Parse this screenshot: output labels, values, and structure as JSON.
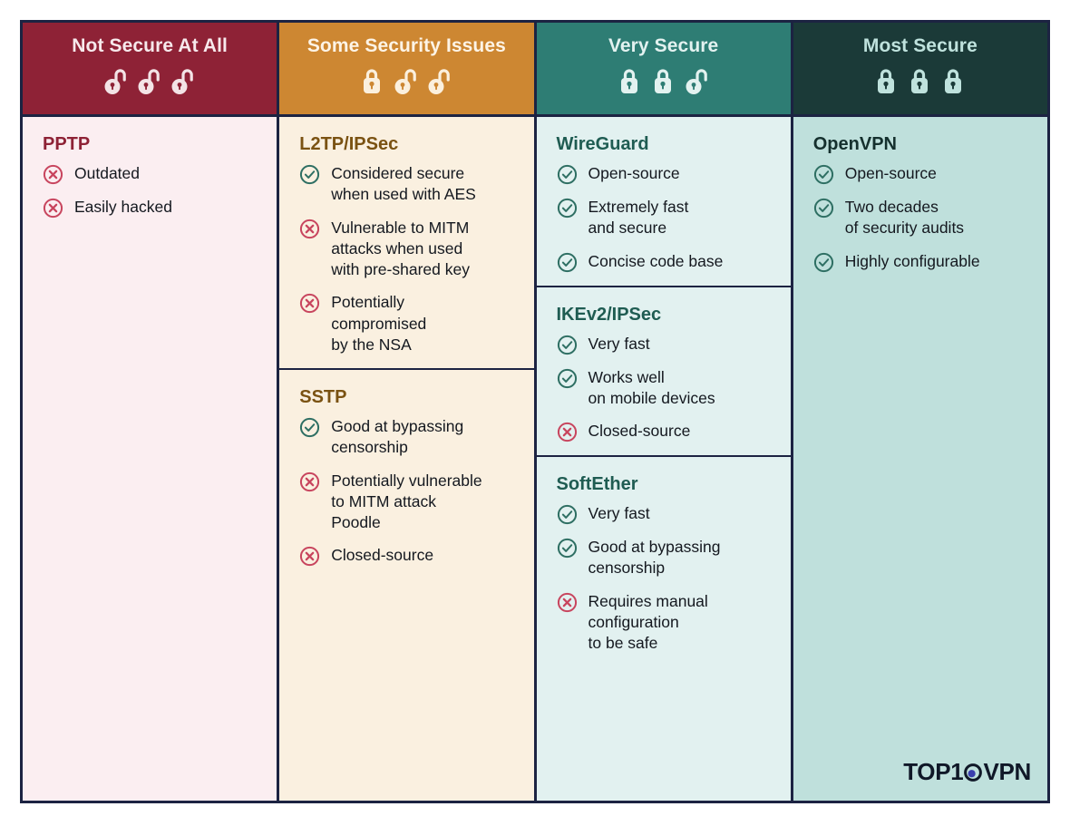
{
  "colors": {
    "border": "#1c2342",
    "col1_header_bg": "#8e2236",
    "col1_body_bg": "#fbeef1",
    "col2_header_bg": "#cd8732",
    "col2_body_bg": "#faf0e0",
    "col3_header_bg": "#2e7d74",
    "col3_body_bg": "#e2f1f0",
    "col4_header_bg": "#1b3a38",
    "col4_body_bg": "#bfe0dc",
    "check_green": "#2e6f63",
    "cross_red": "#c8455e",
    "logo_dot": "#3b3fae"
  },
  "columns": [
    {
      "header": {
        "title": "Not Secure At All",
        "locks": [
          "open",
          "open",
          "open"
        ]
      },
      "sections": [
        {
          "title": "PPTP",
          "items": [
            {
              "mark": "cross",
              "text": "Outdated"
            },
            {
              "mark": "cross",
              "text": "Easily hacked"
            }
          ]
        }
      ]
    },
    {
      "header": {
        "title": "Some Security Issues",
        "locks": [
          "closed",
          "open",
          "open"
        ]
      },
      "sections": [
        {
          "title": "L2TP/IPSec",
          "items": [
            {
              "mark": "check",
              "text": "Considered secure\nwhen used with AES"
            },
            {
              "mark": "cross",
              "text": "Vulnerable to MITM\nattacks when used\nwith pre-shared key"
            },
            {
              "mark": "cross",
              "text": "Potentially\ncompromised\nby the NSA"
            }
          ]
        },
        {
          "title": "SSTP",
          "items": [
            {
              "mark": "check",
              "text": "Good at bypassing\ncensorship"
            },
            {
              "mark": "cross",
              "text": "Potentially vulnerable\nto MITM attack\nPoodle"
            },
            {
              "mark": "cross",
              "text": "Closed-source"
            }
          ]
        }
      ]
    },
    {
      "header": {
        "title": "Very Secure",
        "locks": [
          "closed",
          "closed",
          "open"
        ]
      },
      "sections": [
        {
          "title": "WireGuard",
          "items": [
            {
              "mark": "check",
              "text": "Open-source"
            },
            {
              "mark": "check",
              "text": "Extremely fast\nand secure"
            },
            {
              "mark": "check",
              "text": "Concise code base"
            }
          ]
        },
        {
          "title": "IKEv2/IPSec",
          "items": [
            {
              "mark": "check",
              "text": "Very fast"
            },
            {
              "mark": "check",
              "text": "Works well\non mobile devices"
            },
            {
              "mark": "cross",
              "text": "Closed-source"
            }
          ]
        },
        {
          "title": "SoftEther",
          "items": [
            {
              "mark": "check",
              "text": "Very fast"
            },
            {
              "mark": "check",
              "text": "Good at bypassing\ncensorship"
            },
            {
              "mark": "cross",
              "text": "Requires manual\nconfiguration\nto be safe"
            }
          ]
        }
      ]
    },
    {
      "header": {
        "title": "Most Secure",
        "locks": [
          "closed",
          "closed",
          "closed"
        ]
      },
      "sections": [
        {
          "title": "OpenVPN",
          "items": [
            {
              "mark": "check",
              "text": "Open-source"
            },
            {
              "mark": "check",
              "text": "Two decades\nof security audits"
            },
            {
              "mark": "check",
              "text": "Highly configurable"
            }
          ]
        }
      ]
    }
  ],
  "logo": {
    "prefix": "TOP1",
    "suffix": "VPN"
  }
}
